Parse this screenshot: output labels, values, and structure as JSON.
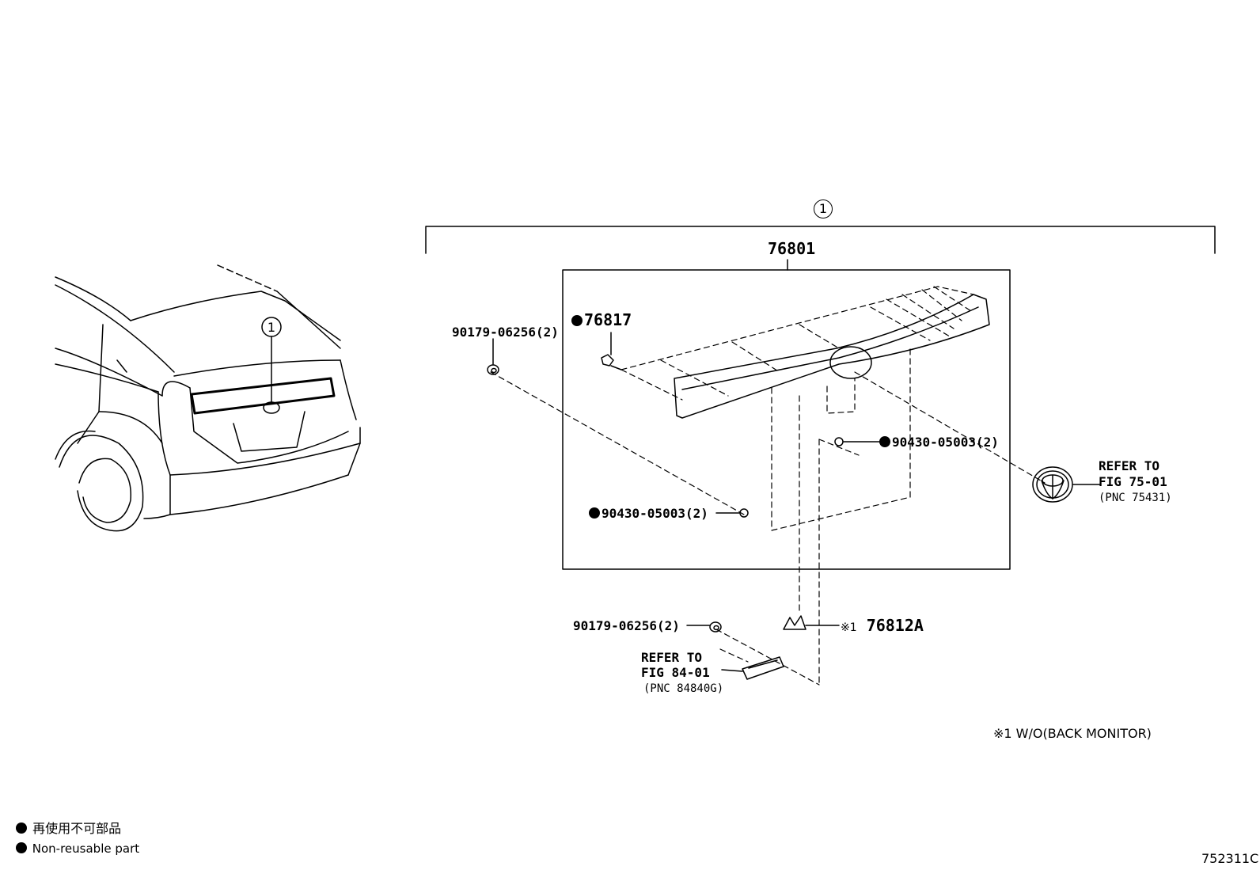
{
  "assembly_marker": "1",
  "vehicle_marker": "1",
  "main_part": "76801",
  "parts": {
    "p76817": "76817",
    "clip_top_left": "90179-06256(2)",
    "nut_right": "90430-05003(2)",
    "nut_left": "90430-05003(2)",
    "clip_bottom": "90179-06256(2)",
    "p76812a": "76812A",
    "p76812a_note_mark": "※1"
  },
  "refs": {
    "emblem": {
      "line1": "REFER TO",
      "line2": "FIG 75-01",
      "line3": "(PNC 75431)"
    },
    "lamp": {
      "line1": "REFER TO",
      "line2": "FIG 84-01",
      "line3": "(PNC 84840G)"
    }
  },
  "footnote": "※1 W/O(BACK MONITOR)",
  "legend": {
    "jp": "再使用不可部品",
    "en": "Non-reusable part"
  },
  "figure_code": "752311C"
}
